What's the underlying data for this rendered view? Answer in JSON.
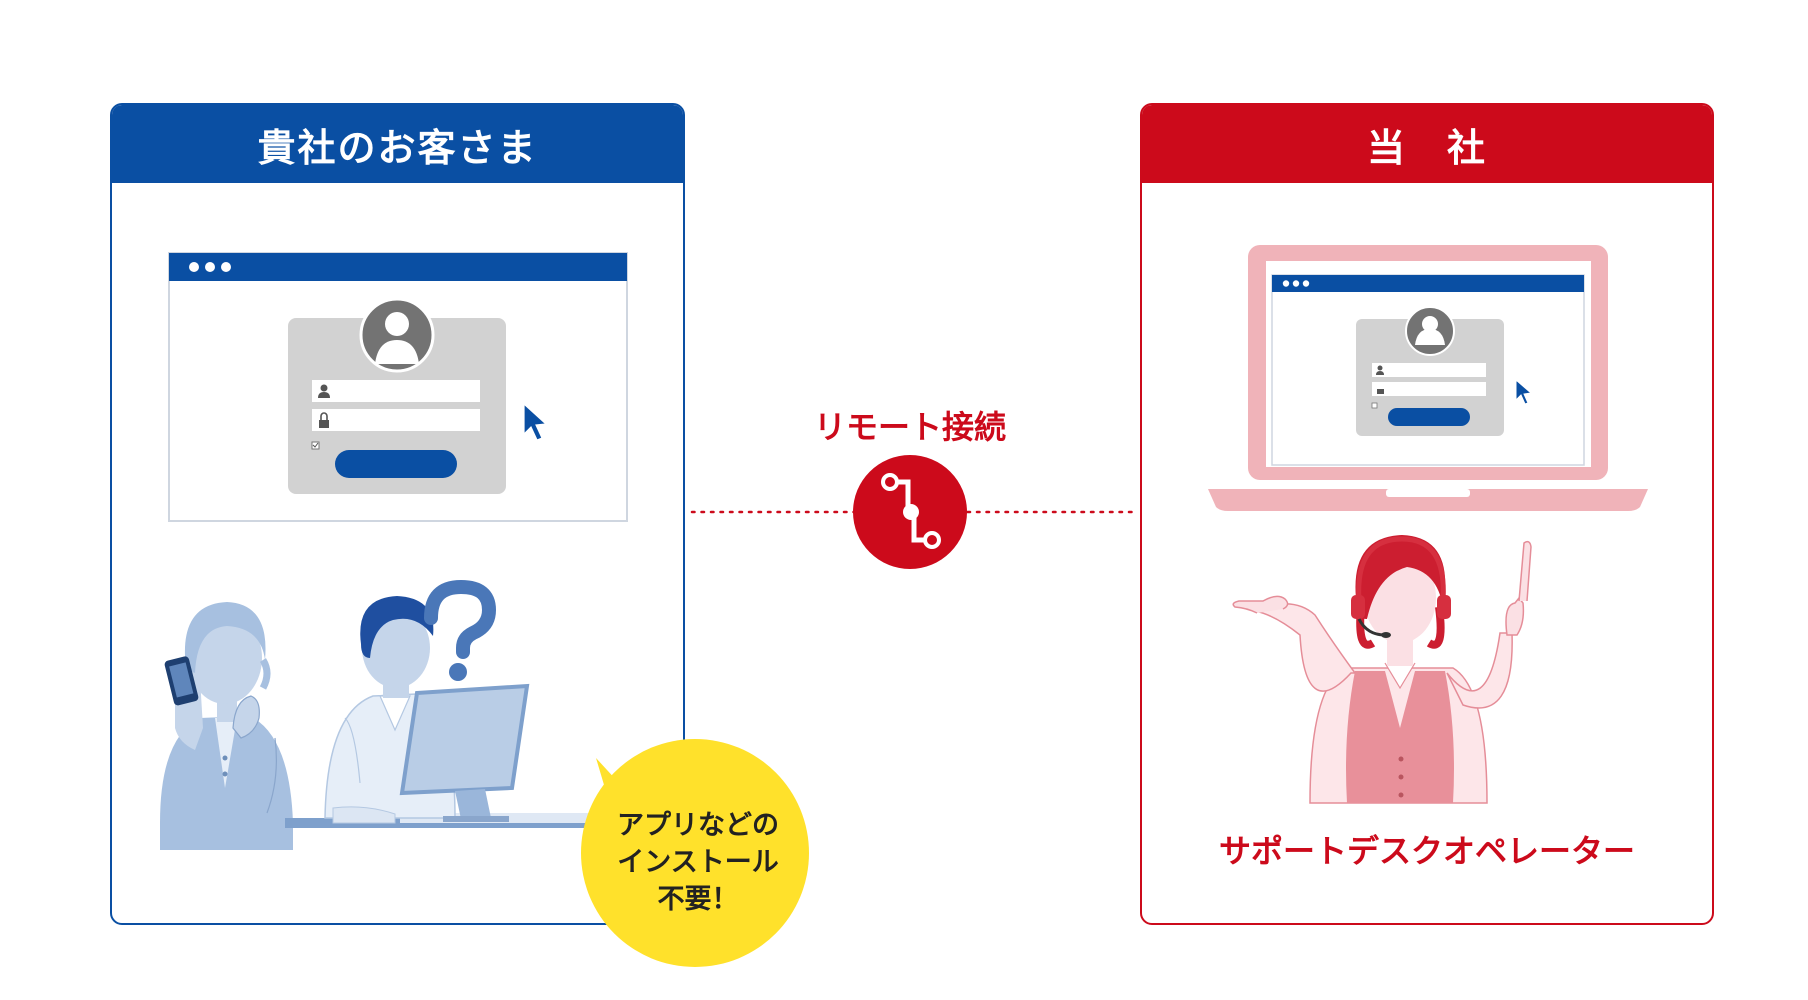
{
  "customer_panel": {
    "title": "貴社のお客さま"
  },
  "company_panel": {
    "title": "当　社"
  },
  "connection": {
    "label": "リモート接続"
  },
  "operator": {
    "label": "サポートデスクオペレーター"
  },
  "speech_bubble": {
    "line1": "アプリなどの",
    "line2": "インストール",
    "line3": "不要！"
  },
  "colors": {
    "blue": "#0a4fa3",
    "red": "#cc0a1b",
    "pink": "#f0b3b9",
    "yellow": "#ffe12b",
    "light_blue": "#b9cde6"
  }
}
